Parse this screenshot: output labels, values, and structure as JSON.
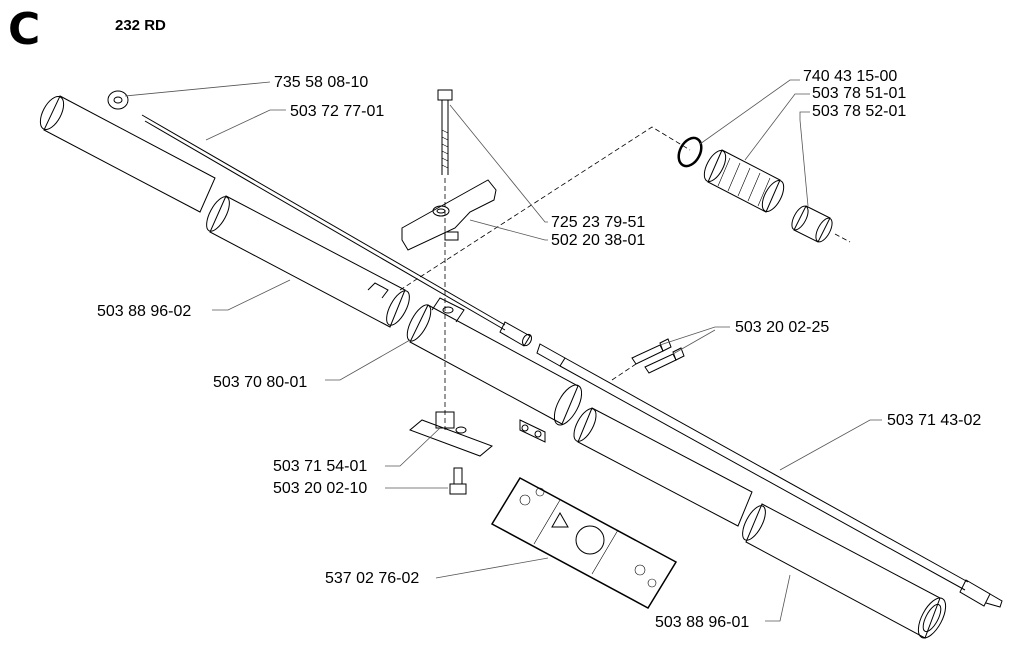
{
  "header": {
    "section": "C",
    "model": "232 RD"
  },
  "part_labels": [
    "735 58 08-10",
    "503 72 77-01",
    "740 43 15-00",
    "503 78 51-01",
    "503 78 52-01",
    "725 23 79-51",
    "502 20 38-01",
    "503 88 96-02",
    "503 20 02-25",
    "503 70 80-01",
    "503 71 43-02",
    "503 71 54-01",
    "503 20 02-10",
    "537 02 76-02",
    "503 88 96-01"
  ]
}
